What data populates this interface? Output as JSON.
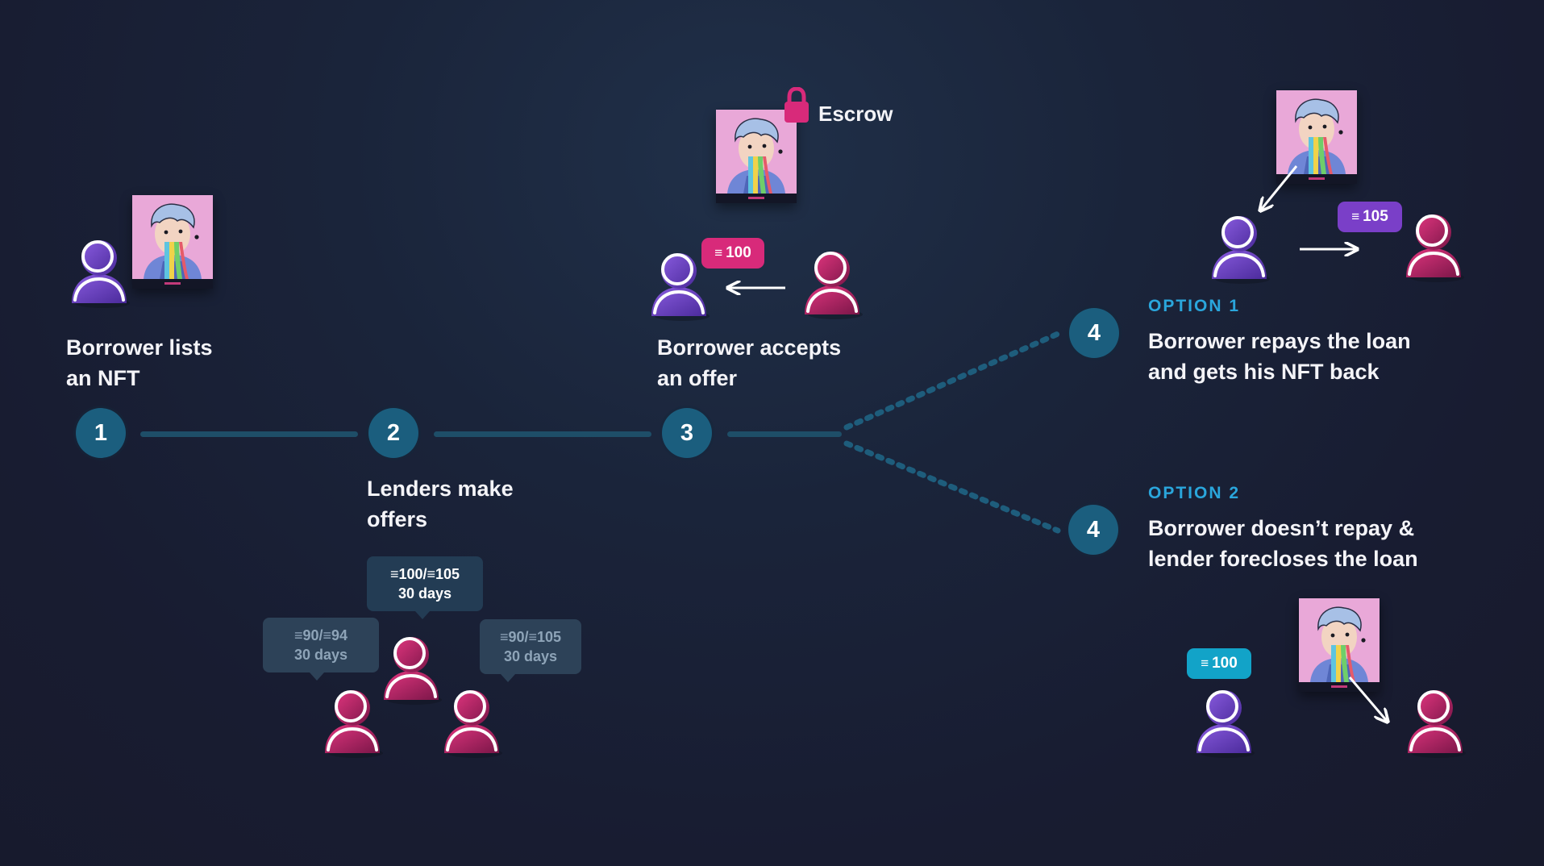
{
  "steps": {
    "s1": {
      "number": "1",
      "label": "Borrower lists\nan NFT"
    },
    "s2": {
      "number": "2",
      "label": "Lenders make\noffers"
    },
    "s3": {
      "number": "3",
      "label": "Borrower accepts\nan offer",
      "escrow": "Escrow",
      "amount": "100"
    },
    "s4a": {
      "number": "4",
      "option": "OPTION 1",
      "label": "Borrower repays the loan\nand gets his NFT back",
      "amount": "105"
    },
    "s4b": {
      "number": "4",
      "option": "OPTION 2",
      "label": "Borrower doesn’t repay &\nlender forecloses the loan",
      "amount": "100"
    }
  },
  "offers": [
    {
      "line1": "≡90/≡94",
      "line2": "30 days"
    },
    {
      "line1": "≡100/≡105",
      "line2": "30 days"
    },
    {
      "line1": "≡90/≡105",
      "line2": "30 days"
    }
  ],
  "colors": {
    "borrower": "#7b4fd8",
    "lender": "#d42a7c",
    "step": "#1b5e7e",
    "option": "#2aa6dc",
    "escrow_lock": "#d82a7a"
  },
  "icons": [
    "user-borrower-icon",
    "user-lender-icon",
    "lock-icon",
    "nft-card",
    "eth-icon",
    "arrow-icon"
  ]
}
